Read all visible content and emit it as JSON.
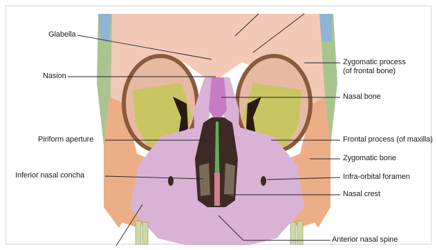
{
  "labels": {
    "glabella": "Glabella",
    "nasion": "Nasion",
    "piriform_aperture": "Piriform aperture",
    "inferior_nasal_concha": "Inferior nasal concha",
    "zygomatic_process_line1": "Zygomatic process",
    "zygomatic_process_line2": "(of frontal bone)",
    "nasal_bone": "Nasal bone",
    "frontal_process": "Frontal process (of maxilla)",
    "zygomatic_bone": "Zygomatic bone",
    "infra_orbital_foramen": "Infra-orbital foramen",
    "nasal_crest": "Nasal crest",
    "anterior_nasal_spine": "Anterior nasal spine"
  },
  "colors": {
    "frontal_bone": "#f2c9b6",
    "maxilla": "#d9b3d6",
    "nasal_bone": "#c77bc4",
    "zygomatic_bone": "#ecae86",
    "sphenoid_green": "#a9c48f",
    "orbit_yellow": "#c9c462",
    "temporal_blue": "#8fb4d6"
  }
}
